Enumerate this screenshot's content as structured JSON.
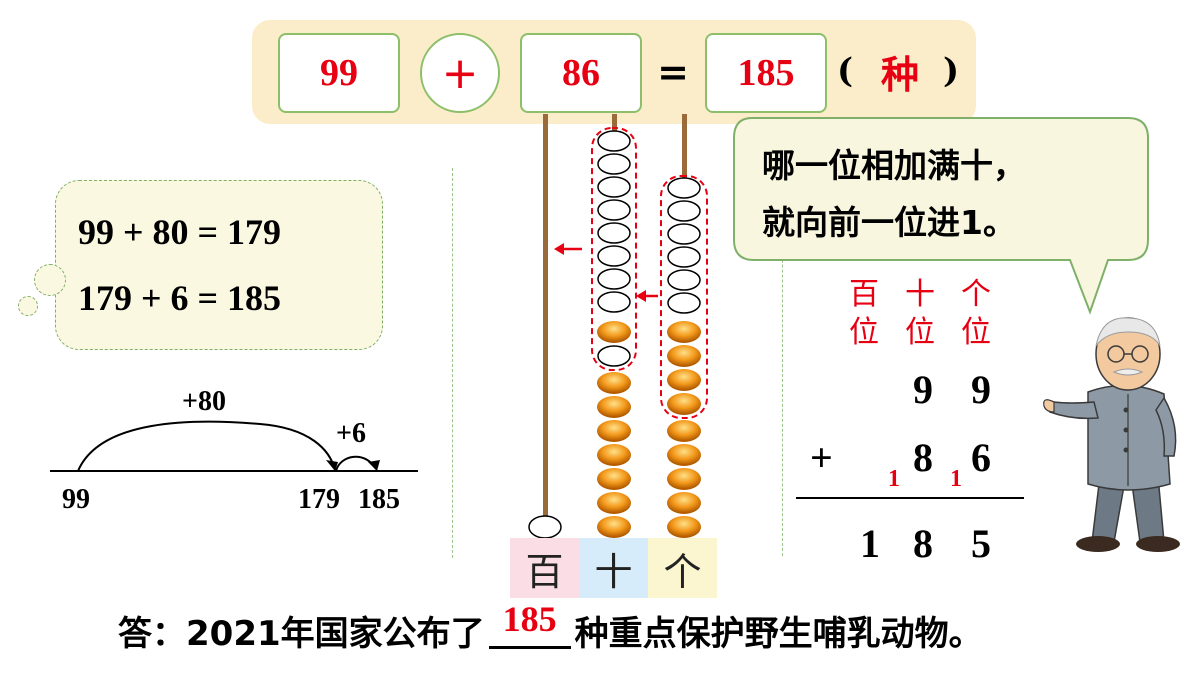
{
  "equation": {
    "addend1": "99",
    "operator": "+",
    "addend2": "86",
    "equals": "=",
    "sum": "185",
    "paren_open": "(",
    "unit": "种",
    "paren_close": ")"
  },
  "thought": {
    "line1": "99 + 80 = 179",
    "line2": "179 + 6 = 185"
  },
  "number_line": {
    "jump1": "+80",
    "jump2": "+6",
    "start": "99",
    "mid": "179",
    "end": "185"
  },
  "abacus": {
    "labels": [
      "百",
      "十",
      "个"
    ],
    "hundreds_beads": 1,
    "tens_beads": 8,
    "ones_beads": 5,
    "colors": {
      "rod": "#9b6a3a",
      "bead": "#f39a1c",
      "highlight": "#e60012"
    }
  },
  "speech": {
    "line1": "哪一位相加满十，",
    "line2": "就向前一位进1。"
  },
  "vertical": {
    "head_hundreds": [
      "百",
      "位"
    ],
    "head_tens": [
      "十",
      "位"
    ],
    "head_ones": [
      "个",
      "位"
    ],
    "row1": [
      "9",
      "9"
    ],
    "plus": "+",
    "row2": [
      "8",
      "6"
    ],
    "carries": [
      "1",
      "1"
    ],
    "result": [
      "1",
      "8",
      "5"
    ]
  },
  "answer": {
    "prefix": "答：2021年国家公布了",
    "fill": "185",
    "suffix": "种重点保护野生哺乳动物。"
  }
}
